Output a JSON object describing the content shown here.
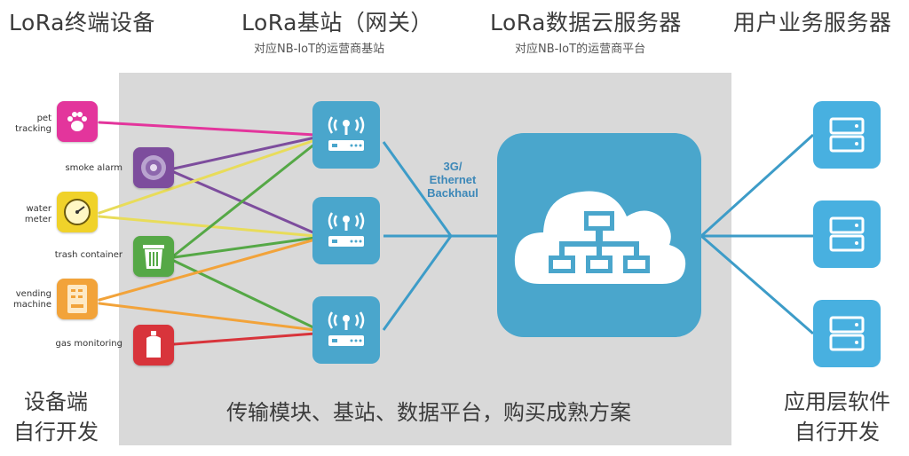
{
  "columns": {
    "devices": {
      "title": "LoRa终端设备"
    },
    "gateway": {
      "title": "LoRa基站（网关）",
      "subtitle": "对应NB-IoT的运营商基站"
    },
    "cloud": {
      "title": "LoRa数据云服务器",
      "subtitle": "对应NB-IoT的运营商平台"
    },
    "app": {
      "title": "用户业务服务器"
    }
  },
  "devices": [
    {
      "label": "pet\ntracking",
      "color": "#e3359c",
      "icon": "paw-icon"
    },
    {
      "label": "smoke alarm",
      "color": "#7d4d9d",
      "icon": "smoke-detector-icon"
    },
    {
      "label": "water\nmeter",
      "color": "#f0d22a",
      "icon": "gauge-icon"
    },
    {
      "label": "trash container",
      "color": "#55a846",
      "icon": "trash-bin-icon"
    },
    {
      "label": "vending\nmachine",
      "color": "#f2a33a",
      "icon": "vending-machine-icon"
    },
    {
      "label": "gas monitoring",
      "color": "#d8343b",
      "icon": "gas-tank-icon"
    }
  ],
  "backhaul": {
    "line1": "3G/",
    "line2": "Ethernet",
    "line3": "Backhaul"
  },
  "footer": {
    "left": {
      "line1": "设备端",
      "line2": "自行开发"
    },
    "center": "传输模块、基站、数据平台，购买成熟方案",
    "right": {
      "line1": "应用层软件",
      "line2": "自行开发"
    }
  },
  "colors": {
    "panel": "#d9d9d9",
    "node": "#4aa6cc",
    "link": "#3d9cc8"
  }
}
